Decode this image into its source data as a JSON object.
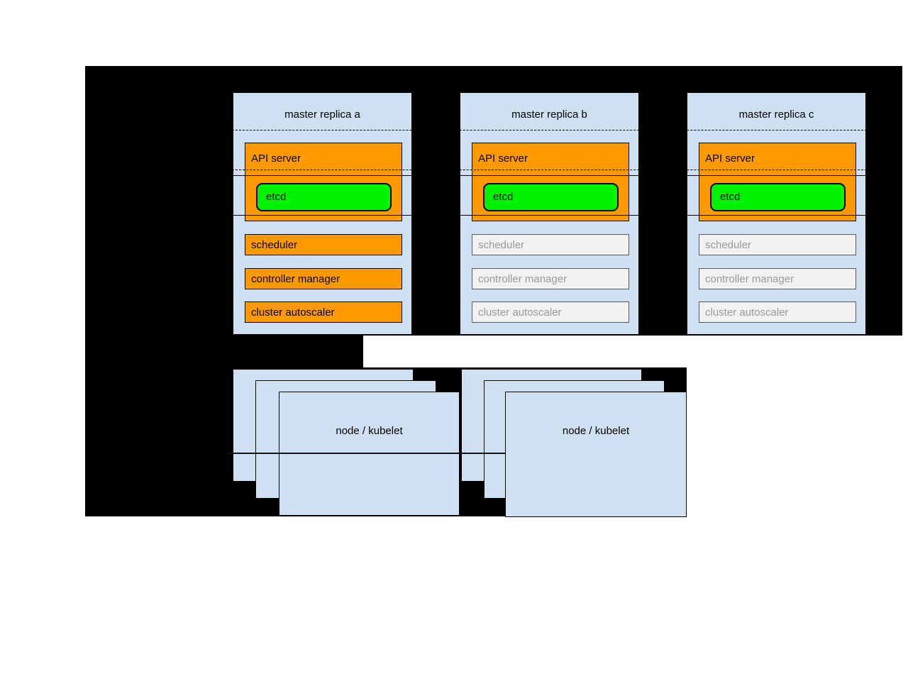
{
  "diagram": {
    "title_hint": "kubernetes-ha-master-replicas",
    "colors": {
      "page_background": "#ffffff",
      "diagram_background": "#000000",
      "box_blue": "#cfe0f2",
      "active_orange": "#ff9900",
      "etcd_green": "#00f400",
      "inactive_fill": "#f2f2f2",
      "inactive_border": "#595959",
      "inactive_text": "#999999",
      "text_black": "#000000"
    }
  },
  "masters": [
    {
      "title": "master replica a",
      "state": "active-leader",
      "components": {
        "api_server": "API server",
        "etcd": "etcd",
        "scheduler": "scheduler",
        "controller_manager": "controller manager",
        "cluster_autoscaler": "cluster autoscaler"
      }
    },
    {
      "title": "master replica b",
      "state": "standby",
      "components": {
        "api_server": "API server",
        "etcd": "etcd",
        "scheduler": "scheduler",
        "controller_manager": "controller manager",
        "cluster_autoscaler": "cluster autoscaler"
      }
    },
    {
      "title": "master replica c",
      "state": "standby",
      "components": {
        "api_server": "API server",
        "etcd": "etcd",
        "scheduler": "scheduler",
        "controller_manager": "controller manager",
        "cluster_autoscaler": "cluster autoscaler"
      }
    }
  ],
  "nodes": [
    {
      "title": "node / kubelet"
    },
    {
      "title": "node / kubelet"
    }
  ]
}
